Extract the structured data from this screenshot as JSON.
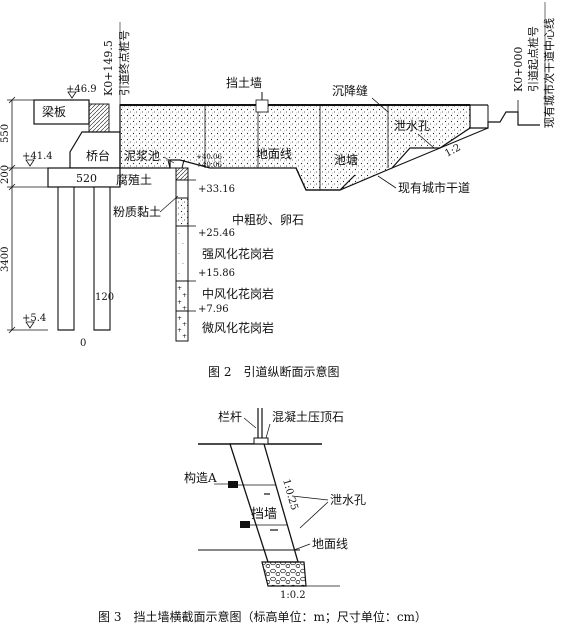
{
  "figure2": {
    "caption": "图 2　引道纵断面示意图",
    "labels": {
      "retaining_wall": "挡土墙",
      "settlement_joint": "沉降缝",
      "drain_hole": "泄水孔",
      "beam_slab": "梁板",
      "abutment": "桥台",
      "mud_pool": "泥浆池",
      "ground_line": "地面线",
      "pond": "池塘",
      "humus": "腐殖土",
      "silty_clay": "粉质黏土",
      "sand_gravel": "中粗砂、卵石",
      "strong_weathered": "强风化花岗岩",
      "mid_weathered": "中风化花岗岩",
      "slight_weathered": "微风化花岗岩",
      "existing_road": "现有城市干道",
      "end_stake_no": "K0+149.5",
      "end_stake_text": "引道终点桩号",
      "start_stake_no": "K0+000",
      "start_stake_text": "引道起点桩号",
      "road_centerline": "现有城市次干道中心线",
      "slope": "1:2",
      "zero": "0"
    },
    "elevations": {
      "e46_9": "+46.9",
      "e41_4": "+41.4",
      "e5_4": "+5.4",
      "e40_06a": "+40.06",
      "e40_06b": "+40.06",
      "e33_16": "+33.16",
      "e25_46": "+25.46",
      "e15_86": "+15.86",
      "e7_96": "+7.96"
    },
    "dimensions": {
      "d550": "550",
      "d200": "200",
      "d3400": "3400",
      "d520": "520",
      "d120": "120"
    }
  },
  "figure3": {
    "caption": "图 3　挡土墙横截面示意图（标高单位：m；尺寸单位：cm）",
    "labels": {
      "railing": "栏杆",
      "coping": "混凝土压顶石",
      "structure_a": "构造A",
      "drain_hole": "泄水孔",
      "retaining_wall": "挡墙",
      "ground_line": "地面线",
      "slope_back": "1:0.25",
      "slope_toe": "1:0.2"
    }
  }
}
